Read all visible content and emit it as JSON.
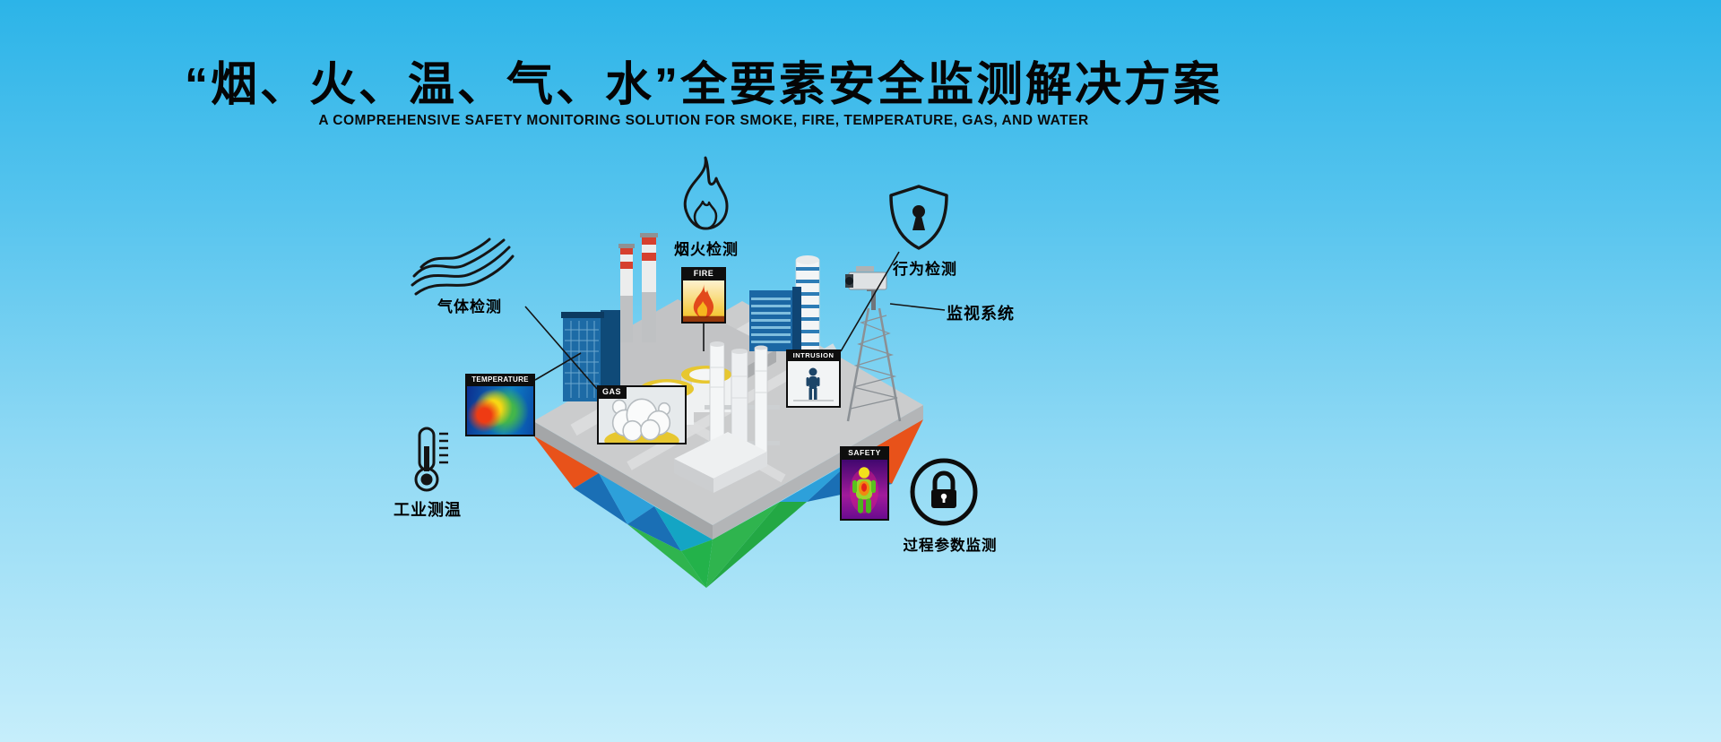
{
  "banner": {
    "title": "“烟、火、温、气、水”全要素安全监测解决方案",
    "subtitle": "A COMPREHENSIVE SAFETY MONITORING SOLUTION FOR SMOKE, FIRE, TEMPERATURE, GAS, AND WATER"
  },
  "labels": {
    "smoke_fire_detection": "烟火检测",
    "behavior_detection": "行为检测",
    "gas_detection": "气体检测",
    "surveillance_system": "监视系统",
    "industrial_temperature": "工业测温",
    "process_parameter_monitoring": "过程参数监测"
  },
  "callouts": {
    "fire": "FIRE",
    "temperature": "TEMPERATURE",
    "gas": "GAS",
    "intrusion": "INTRUSION",
    "safety": "SAFETY"
  },
  "icons": {
    "smoke_fire": "flame-icon",
    "behavior": "shield-keyhole-icon",
    "gas": "smoke-waves-icon",
    "surveillance": "cctv-camera-icon",
    "temperature": "thermometer-icon",
    "process": "padlock-circle-icon"
  },
  "colors": {
    "background_top": "#2cb4e8",
    "background_bottom": "#c6eefb",
    "title_text": "#050505",
    "platform_gray": "#cbcccd",
    "facet_orange": "#e8521a",
    "facet_blue": "#1a6fb5",
    "facet_green": "#2fb44e",
    "callout_tag_bg": "#0e0e0e"
  }
}
